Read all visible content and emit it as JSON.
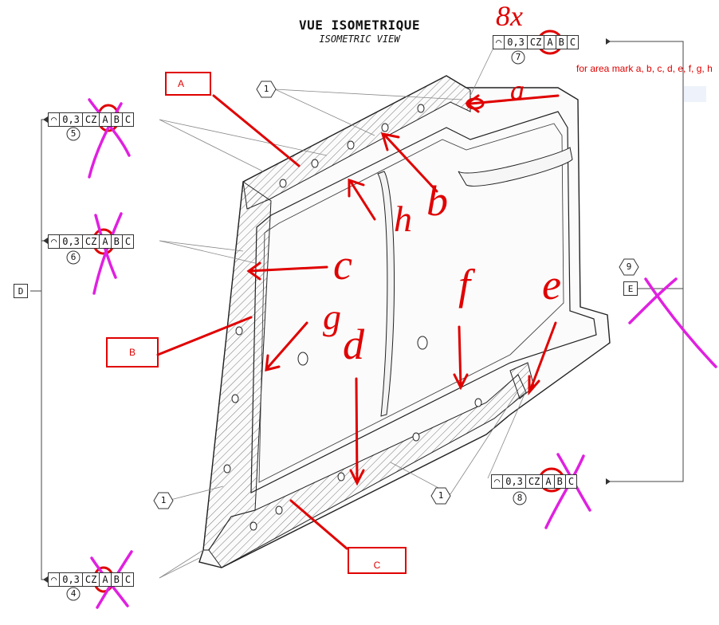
{
  "title_fr": "VUE ISOMETRIQUE",
  "title_en": "ISOMETRIC VIEW",
  "note": "for area mark a, b, c, d, e, f, g, h",
  "multiplier": "8x",
  "fcf": {
    "tol": "0,3",
    "zone": "CZ",
    "d1": "A",
    "d2": "B",
    "d3": "C"
  },
  "fcf_numbers": {
    "n4": "4",
    "n5": "5",
    "n6": "6",
    "n7": "7",
    "n8": "8"
  },
  "balloons": {
    "b1": "1",
    "b9": "9"
  },
  "datums": {
    "D": "D",
    "E": "E"
  },
  "boxes": {
    "A": "A",
    "B": "B",
    "C": "C"
  },
  "marks": {
    "a": "a",
    "b": "b",
    "c": "c",
    "d": "d",
    "e": "e",
    "f": "f",
    "g": "g",
    "h": "h"
  },
  "colors": {
    "annotation": "#e00000",
    "strike": "#e020e0",
    "line": "#333333"
  }
}
